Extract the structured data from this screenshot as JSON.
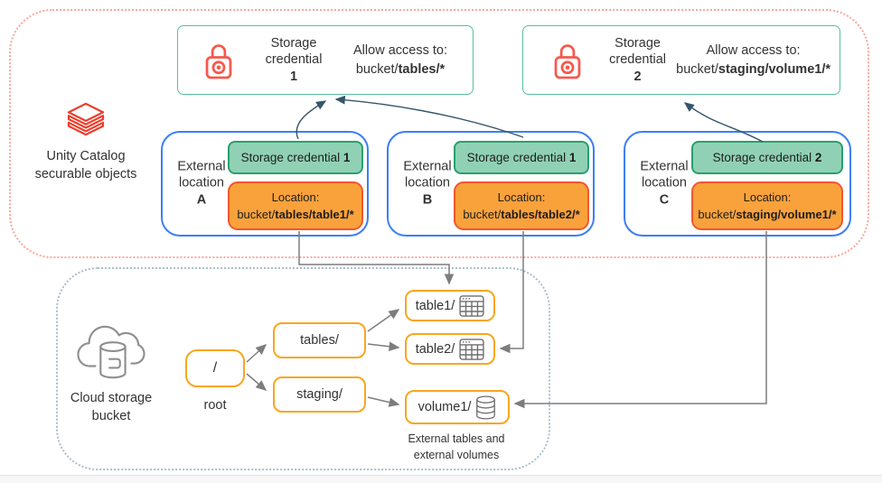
{
  "unity_section": {
    "label_line1": "Unity Catalog",
    "label_line2": "securable objects"
  },
  "storage_credentials": [
    {
      "title_line1": "Storage",
      "title_line2": "credential",
      "number": "1",
      "allow_label": "Allow access to:",
      "path_prefix": "bucket/",
      "path_bold": "tables/*"
    },
    {
      "title_line1": "Storage",
      "title_line2": "credential",
      "number": "2",
      "allow_label": "Allow access to:",
      "path_prefix": "bucket/",
      "path_bold": "staging/volume1/*"
    }
  ],
  "external_locations": [
    {
      "label_line1": "External",
      "label_line2": "location",
      "letter": "A",
      "credential_label": "Storage credential ",
      "credential_number": "1",
      "location_label": "Location:",
      "location_prefix": "bucket/",
      "location_bold": "tables/table1/*"
    },
    {
      "label_line1": "External",
      "label_line2": "location",
      "letter": "B",
      "credential_label": "Storage credential ",
      "credential_number": "1",
      "location_label": "Location:",
      "location_prefix": "bucket/",
      "location_bold": "tables/table2/*"
    },
    {
      "label_line1": "External",
      "label_line2": "location",
      "letter": "C",
      "credential_label": "Storage credential ",
      "credential_number": "2",
      "location_label": "Location:",
      "location_prefix": "bucket/",
      "location_bold": "staging/volume1/*"
    }
  ],
  "cloud_bucket": {
    "label_line1": "Cloud storage",
    "label_line2": "bucket",
    "root_box": "/",
    "root_label": "root",
    "folders": [
      {
        "label": "tables/"
      },
      {
        "label": "staging/"
      }
    ],
    "leaves": [
      {
        "label": "table1/",
        "icon": "table-icon"
      },
      {
        "label": "table2/",
        "icon": "table-icon"
      },
      {
        "label": "volume1/",
        "icon": "volume-icon"
      }
    ],
    "caption_line1": "External tables and",
    "caption_line2": "external volumes"
  },
  "colors": {
    "credential_box_border": "#5abda0",
    "green_badge_fill": "#90d1b5",
    "green_badge_border": "#28a06e",
    "orange_badge_fill": "#f9a23c",
    "orange_badge_border": "#f2582e",
    "location_box_border": "#3d7ef5",
    "tree_box_border": "#f8a61f",
    "lock_icon": "#f6594d",
    "databricks_icon": "#ee3d2c",
    "teal_arrow": "#35566a",
    "gray_arrow": "#7d7d7d",
    "top_container_border": "#f9a79e",
    "bottom_container_border": "#a8bfcd"
  }
}
